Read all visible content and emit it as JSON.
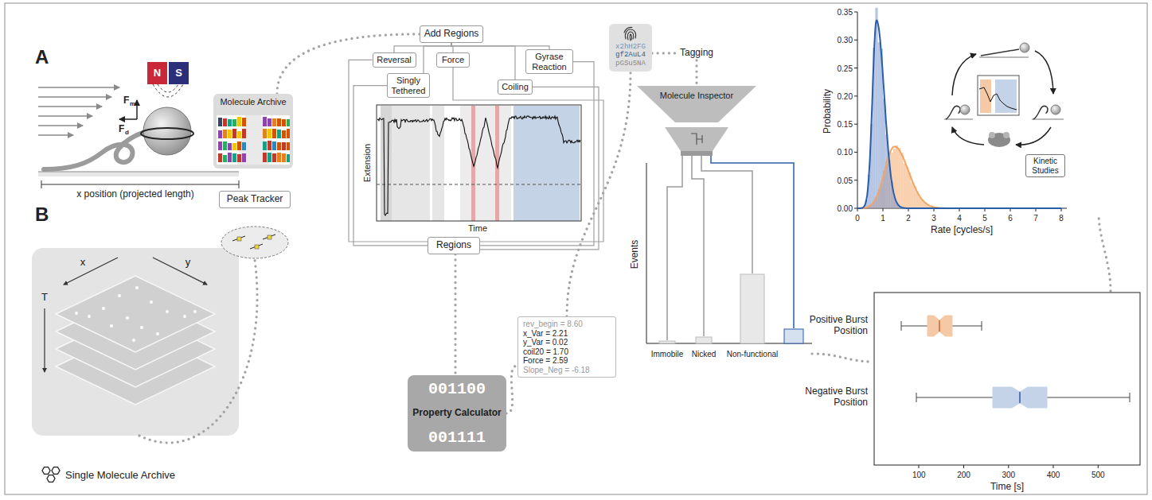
{
  "diagram": {
    "nodes": [
      {
        "text": [
          "Add Regions"
        ]
      },
      {
        "text": [
          "Reversal"
        ]
      },
      {
        "text": [
          "Singly Tethered"
        ]
      },
      {
        "text": [
          "Force"
        ]
      },
      {
        "text": [
          "Coiling"
        ]
      },
      {
        "text": [
          "Gyrase Reaction"
        ]
      },
      {
        "text": [
          "Regions"
        ]
      },
      {
        "text": [
          "Molecule Archive"
        ]
      },
      {
        "text": [
          "Peak Tracker"
        ]
      },
      {
        "text": [
          "001100",
          "Property Calculator",
          "001111"
        ]
      },
      {
        "text": [
          "rev_begin = 8.60",
          "x_Var = 2.21",
          "y_Var = 0.02",
          "coil20 = 1.70",
          "Force = 2.59",
          "Slope_Neg = -6.18"
        ]
      },
      {
        "text": [
          "x2hH2FG",
          "gf2AuL4",
          "pGSu5NA"
        ]
      },
      {
        "text": [
          "Tagging"
        ]
      },
      {
        "text": [
          "Molecule Inspector"
        ]
      },
      {
        "text": [
          "Kinetic Studies"
        ]
      }
    ],
    "edges": [
      {
        "from": 0,
        "to": 1,
        "arrow": "none"
      },
      {
        "from": 0,
        "to": 2,
        "arrow": "none"
      },
      {
        "from": 0,
        "to": 3,
        "arrow": "none"
      },
      {
        "from": 0,
        "to": 4,
        "arrow": "none"
      },
      {
        "from": 0,
        "to": 5,
        "arrow": "none"
      },
      {
        "from": 1,
        "to": 6,
        "arrow": "none"
      },
      {
        "from": 2,
        "to": 6,
        "arrow": "none"
      },
      {
        "from": 3,
        "to": 6,
        "arrow": "none"
      },
      {
        "from": 4,
        "to": 6,
        "arrow": "none"
      },
      {
        "from": 5,
        "to": 6,
        "arrow": "none"
      },
      {
        "from": 7,
        "to": 0,
        "arrow": "none"
      },
      {
        "from": 6,
        "to": 9,
        "arrow": "none"
      },
      {
        "from": 9,
        "to": 10,
        "arrow": "none"
      },
      {
        "from": 10,
        "to": 11,
        "arrow": "none"
      },
      {
        "from": 11,
        "to": 12,
        "arrow": "none"
      },
      {
        "from": 12,
        "to": 13,
        "arrow": "none"
      }
    ],
    "labels": [
      "A",
      "N",
      "S",
      "F",
      "m",
      "F",
      "d",
      "x position (projected length)",
      "B",
      "x",
      "y",
      "T",
      "Single Molecule Archive",
      "Extension",
      "Time",
      "Events",
      "Immobile",
      "Nicked",
      "Non-functional",
      "Probability",
      "0.00",
      "0.05",
      "0.10",
      "0.15",
      "0.20",
      "0.25",
      "0.30",
      "0.35",
      "0",
      "1",
      "2",
      "3",
      "4",
      "5",
      "6",
      "7",
      "8",
      "Rate [cycles/s]",
      "Positive Burst Position",
      "Negative Burst Position",
      "100",
      "200",
      "300",
      "400",
      "500",
      "Time [s]"
    ]
  }
}
